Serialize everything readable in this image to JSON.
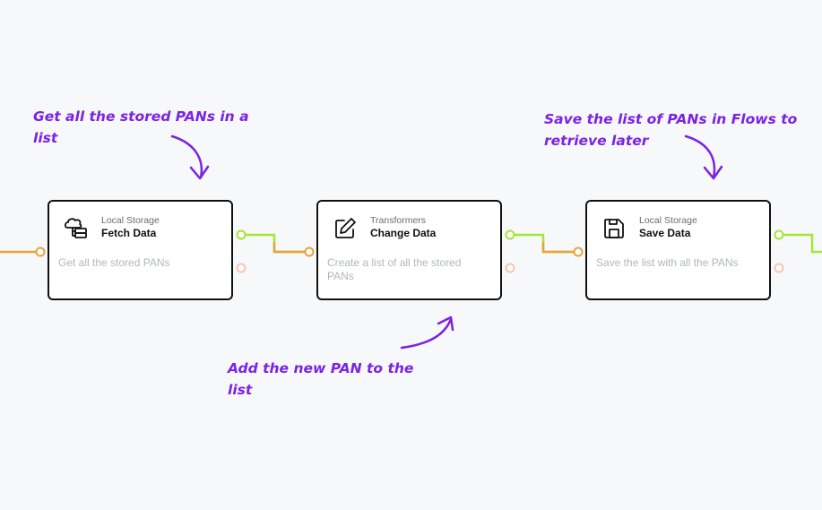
{
  "colors": {
    "success_wire": "#a3e635",
    "input_wire": "#e8a33a",
    "error_port": "#f8c4b4",
    "annotation": "#7a22e6"
  },
  "nodes": [
    {
      "category": "Local Storage",
      "title": "Fetch Data",
      "description": "Get all the stored PANs",
      "icon": "cloud-database-icon"
    },
    {
      "category": "Transformers",
      "title": "Change Data",
      "description": "Create a list of all the stored PANs",
      "icon": "edit-square-icon"
    },
    {
      "category": "Local Storage",
      "title": "Save Data",
      "description": "Save the list with all the PANs",
      "icon": "floppy-disk-icon"
    }
  ],
  "annotations": [
    {
      "text": "Get all the stored PANs in a list"
    },
    {
      "text": "Add the new PAN to the list"
    },
    {
      "text": "Save the list of PANs in Flows to retrieve later"
    }
  ]
}
